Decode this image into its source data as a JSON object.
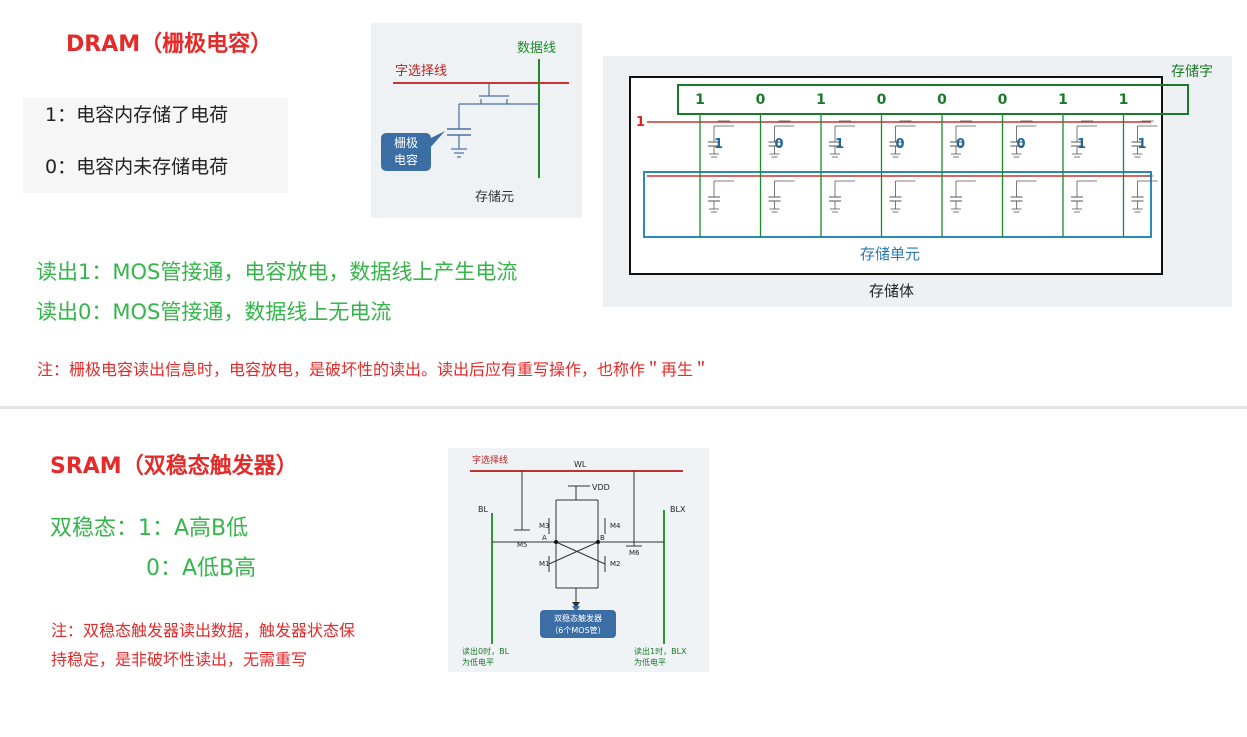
{
  "dram": {
    "title": "DRAM（栅极电容）",
    "state1": "1：电容内存储了电荷",
    "state0": "0：电容内未存储电荷",
    "read1": "读出1：MOS管接通，电容放电，数据线上产生电流",
    "read0": "读出0：MOS管接通，数据线上无电流",
    "note": "注：栅极电容读出信息时，电容放电，是破坏性的读出。读出后应有重写操作，也称作＂再生＂",
    "cell_figure": {
      "data_line": "数据线",
      "word_line": "字选择线",
      "capacitor_a": "栅极",
      "capacitor_b": "电容",
      "caption": "存储元"
    },
    "array_figure": {
      "word_label": "存储字",
      "row_select": "1",
      "bits": [
        "1",
        "0",
        "1",
        "0",
        "0",
        "0",
        "1",
        "1"
      ],
      "unit_label": "存储单元",
      "caption": "存储体"
    }
  },
  "sram": {
    "title": "SRAM（双稳态触发器）",
    "state_a": "双稳态：1：A高B低",
    "state_b": "0：A低B高",
    "note_line1": "注：双稳态触发器读出数据，触发器状态保",
    "note_line2": "持稳定，是非破坏性读出，无需重写",
    "figure": {
      "word_line": "字选择线",
      "wl": "WL",
      "vdd": "VDD",
      "bl": "BL",
      "blx": "BLX",
      "m1": "M1",
      "m2": "M2",
      "m3": "M3",
      "m4": "M4",
      "m5": "M5",
      "m6": "M6",
      "node_a": "A",
      "node_b": "B",
      "callout_a": "双稳态触发器",
      "callout_b": "（6个MOS管）",
      "read0_a": "读出0时，BL",
      "read0_b": "为低电平",
      "read1_a": "读出1时，BLX",
      "read1_b": "为低电平"
    }
  }
}
